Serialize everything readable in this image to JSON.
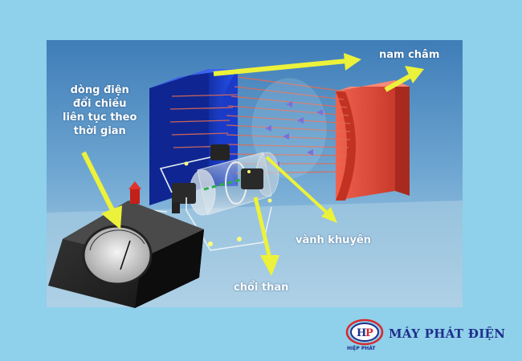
{
  "labels": {
    "current_line1": "dòng điện",
    "current_line2": "đổi chiều",
    "current_line3": "liên tục theo",
    "current_line4": "thời gian",
    "magnet": "nam châm",
    "slip_ring": "vành khuyên",
    "brush": "chổi than"
  },
  "branding": {
    "title": "MÁY PHÁT ĐIỆN",
    "logo_text": "HIỆP PHÁT"
  },
  "colors": {
    "background": "#8fd0ea",
    "arrow": "#ecf23a",
    "magnet_blue": "#1d3fd8",
    "magnet_red": "#e24a3c",
    "brand": "#1e2f8c",
    "logo_red": "#d8282f"
  }
}
